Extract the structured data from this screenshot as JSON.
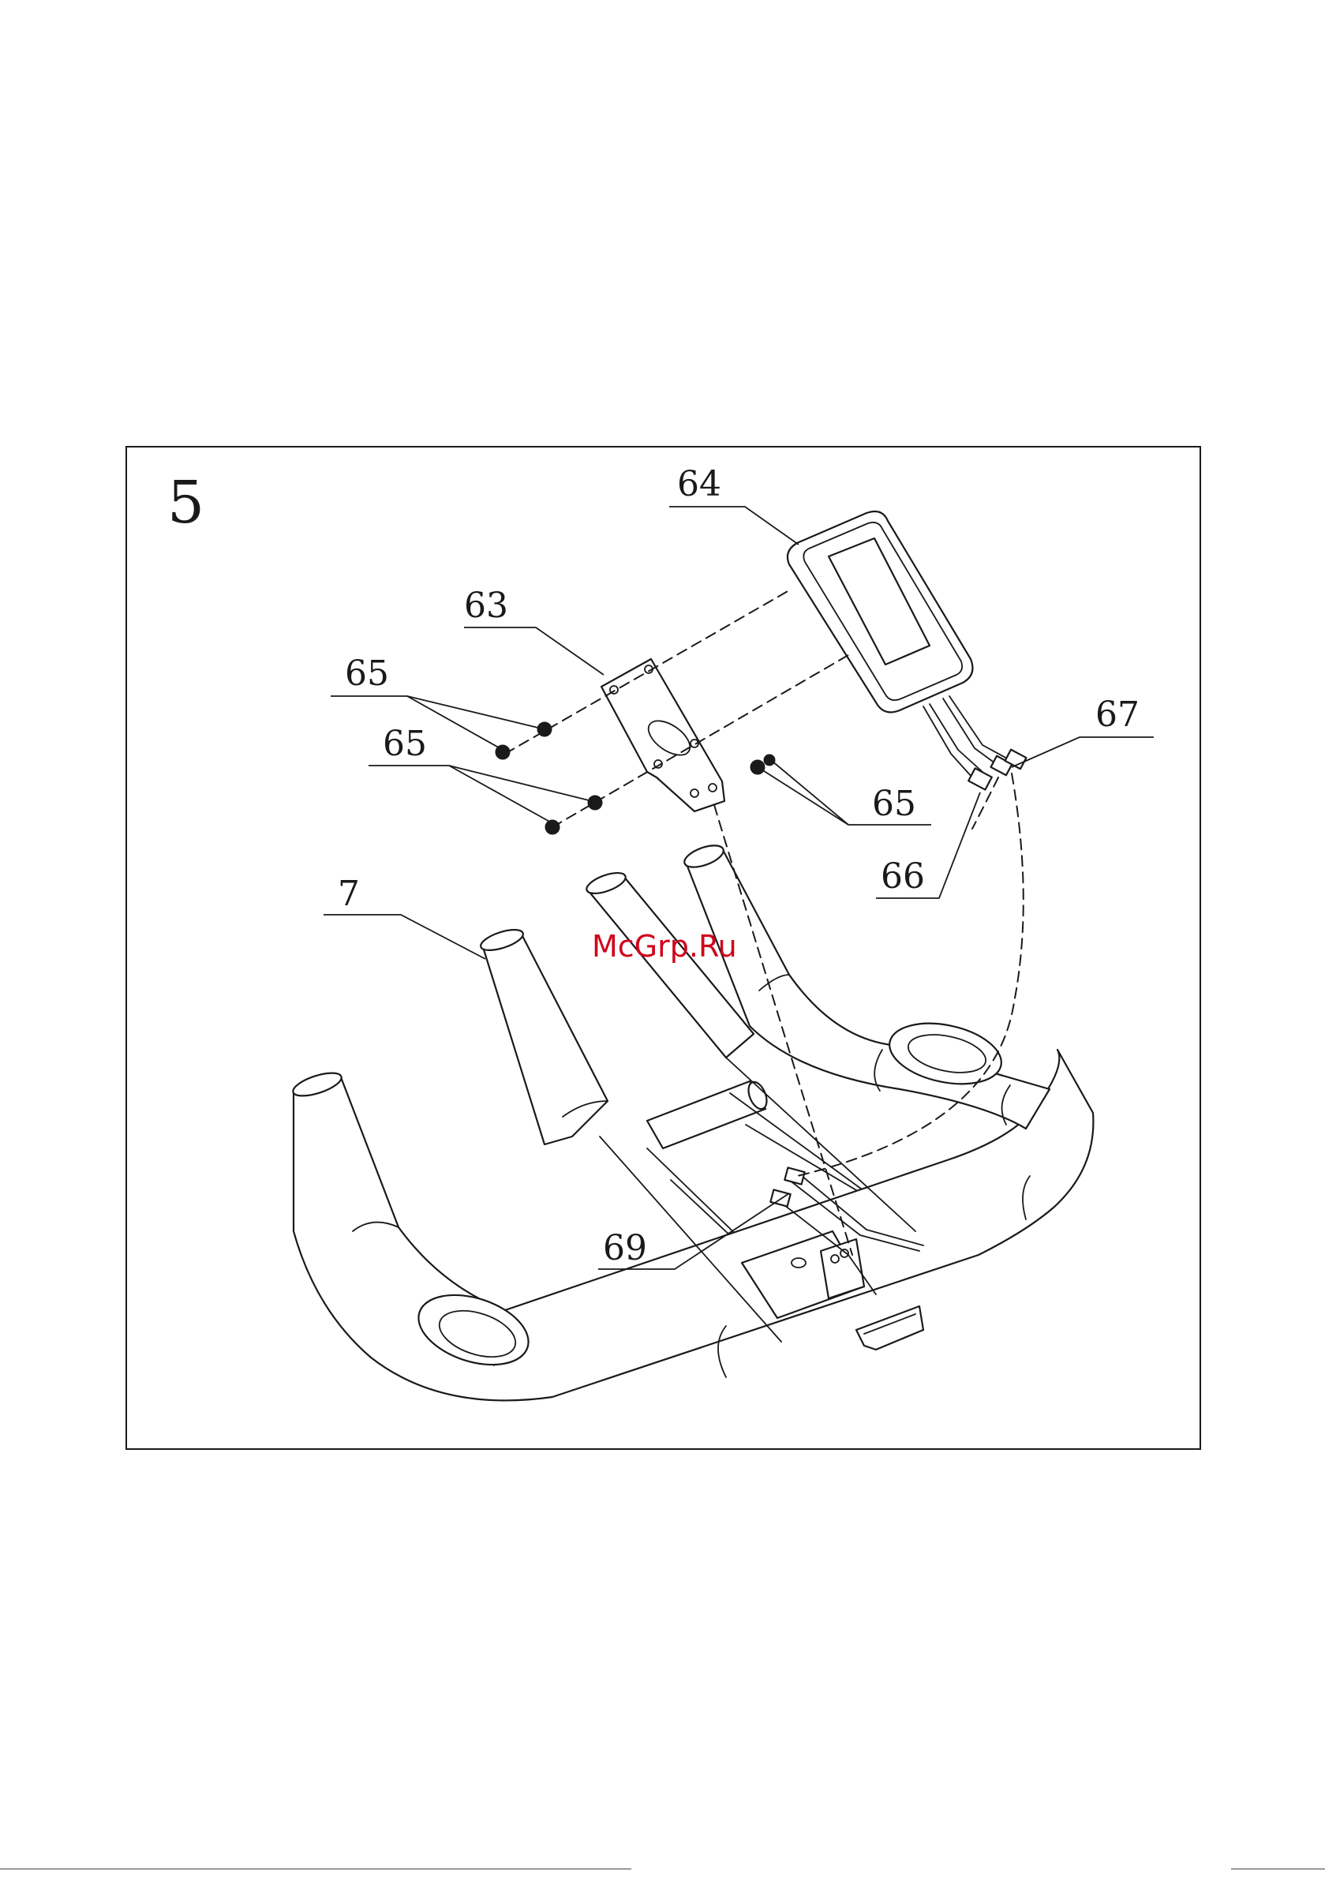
{
  "step_number": "5",
  "watermark": "McGrp.Ru",
  "callouts": {
    "c64": "64",
    "c63": "63",
    "c65a": "65",
    "c65b": "65",
    "c65c": "65",
    "c67": "67",
    "c66": "66",
    "c7": "7",
    "c69": "69"
  },
  "colors": {
    "ink": "#1a1a1a",
    "watermark": "#d0021b",
    "background": "#ffffff"
  }
}
